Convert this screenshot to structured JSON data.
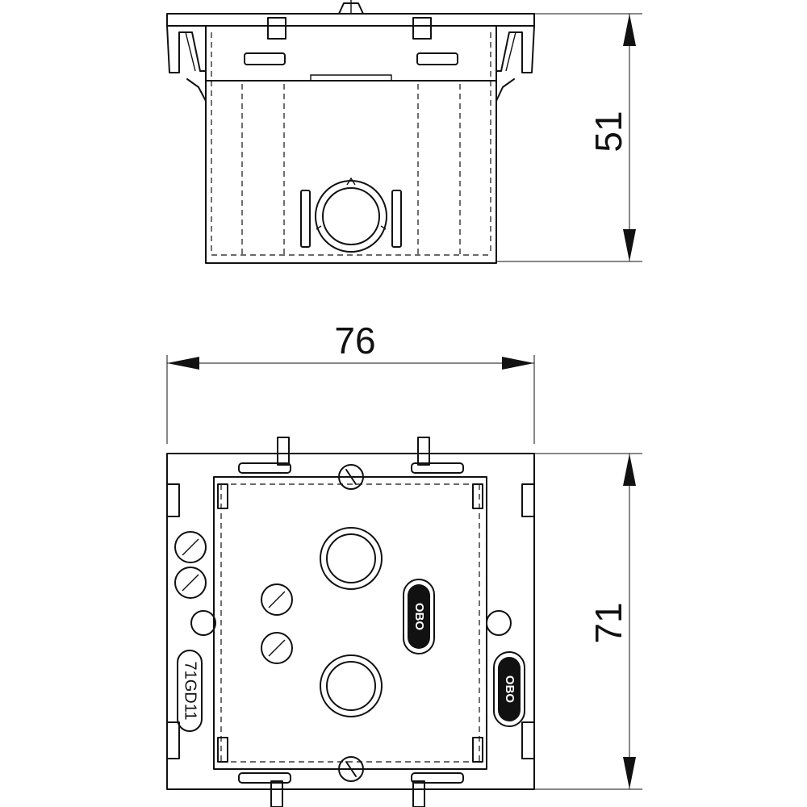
{
  "dimensions": {
    "side_height": "51",
    "front_width": "76",
    "front_height": "71"
  },
  "markings": {
    "part_code": "71GD11",
    "brand_logo_1": "OBO",
    "brand_logo_2": "OBO"
  }
}
